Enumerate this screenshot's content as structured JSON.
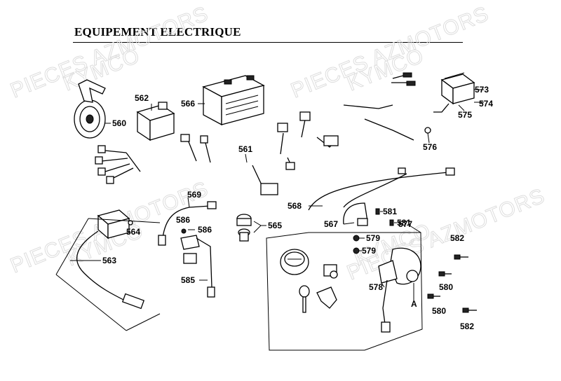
{
  "title": "EQUIPEMENT ELECTRIQUE",
  "watermarks": [
    "PIECES AZMOTORS",
    "KYMCO",
    "PIECES AZMOTORS",
    "KYMCO",
    "PIECES AZMOTORS",
    "KYMCO"
  ],
  "labels": {
    "p560": "560",
    "p561": "561",
    "p562": "562",
    "p563": "563",
    "p564": "564",
    "p565": "565",
    "p566": "566",
    "p567": "567",
    "p568": "568",
    "p569": "569",
    "p573": "573",
    "p574": "574",
    "p575": "575",
    "p576": "576",
    "p577": "577",
    "p578": "578",
    "p579a": "579",
    "p579b": "579",
    "p580a": "580",
    "p580b": "580",
    "p581a": "581",
    "p581b": "581",
    "p582a": "582",
    "p582b": "582",
    "p585": "585",
    "p586a": "586",
    "p586b": "586",
    "pA": "A"
  }
}
